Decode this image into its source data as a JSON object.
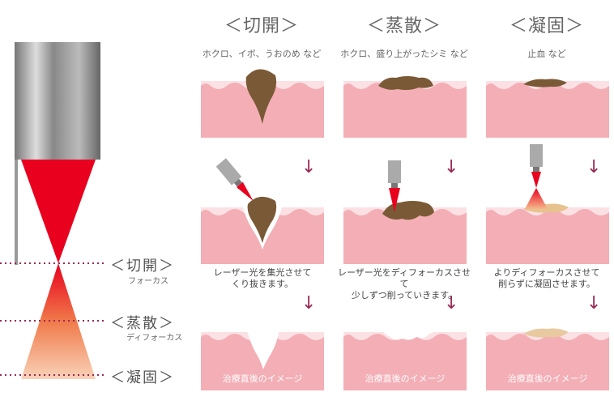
{
  "columns": [
    {
      "title": "＜切開＞",
      "targets": "ホクロ、イボ、うおのめ など",
      "description": "レーザー光を集光させて\nくり抜きます。",
      "after_label": "治療直後のイメージ"
    },
    {
      "title": "＜蒸散＞",
      "targets": "ホクロ、盛り上がったシミ など",
      "description": "レーザー光をディフォーカスさせて\n少しずつ削っていきます。",
      "after_label": "治療直後のイメージ"
    },
    {
      "title": "＜凝固＞",
      "targets": "止血 など",
      "description": "よりディフォーカスさせて\n削らずに凝固させます。",
      "after_label": "治療直後のイメージ"
    }
  ],
  "levels": [
    {
      "label": "＜切開＞",
      "sub": "フォーカス"
    },
    {
      "label": "＜蒸散＞",
      "sub": "ディフォーカス"
    },
    {
      "label": "＜凝固＞",
      "sub": ""
    }
  ],
  "arrow_glyph": "↓",
  "colors": {
    "skin_surface": "#fbe1e4",
    "skin_body": "#f3aeb6",
    "lesion": "#7a5a36",
    "laser": "#e8001e",
    "arrow": "#9a2a55",
    "dotted_line": "#9a2a55"
  }
}
